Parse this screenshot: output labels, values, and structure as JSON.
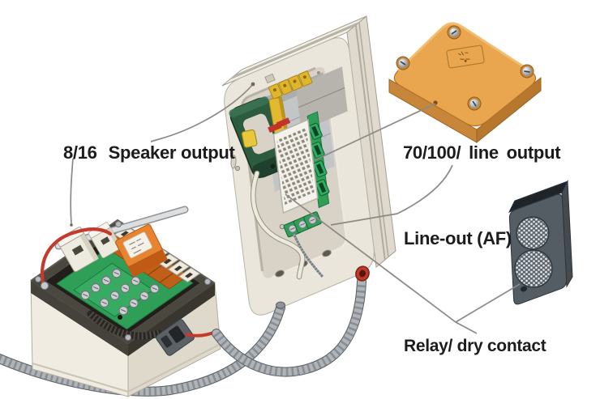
{
  "figure": {
    "type": "technical-illustration",
    "labels": {
      "speaker_output_value": "8/16",
      "speaker_output": "Speaker output",
      "line_output": "70/100/ line output",
      "line_out_af": "Line-out (AF)",
      "relay_dry_contact": "Relay/ dry contact"
    },
    "components": {
      "wall_enclosure": "wall-mount-enclosure-with-amplifier-module",
      "orange_cover": "orange-cover-plate",
      "terminal_box": "open-relay-terminal-box",
      "loudspeaker": "compact-loudspeaker-unit",
      "conduit": "flexible-braided-conduit",
      "leader_lines": "callout-leader-lines"
    },
    "colors": {
      "background": "#ffffff",
      "label_text": "#1c1c1c",
      "leader_line": "#8d8a85",
      "enclosure_body": "#eae6db",
      "enclosure_top": "#f2efe7",
      "enclosure_side": "#dfdacd",
      "enclosure_panel": "#d8d3c6",
      "cover_orange": "#e9a64f",
      "pcb_green": "#2f9e57",
      "relay_orange": "#e8832f",
      "clamp_green": "#2d5b3f",
      "terminal_yellow": "#e0b52c",
      "speaker_body": "#555d64",
      "conduit_gray": "#aeb4b8",
      "wire_red": "#c23b2c",
      "gland_red": "#c0392b"
    }
  }
}
